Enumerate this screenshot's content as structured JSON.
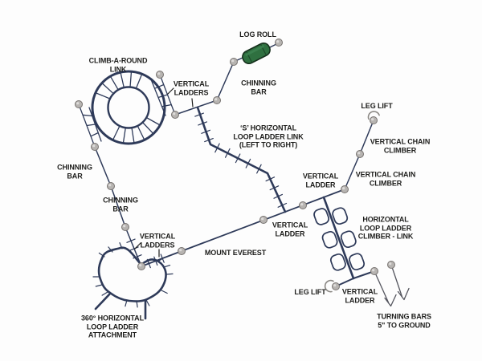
{
  "colors": {
    "structure_navy": "#2e3a59",
    "post_gray_fill": "#b7b4b1",
    "post_gray_stroke": "#777370",
    "log_green": "#2f7040",
    "log_green_dark": "#16301d",
    "text": "#1d1d1b",
    "background": "#fdfdfd",
    "turning_bar_gray": "#54555e",
    "arc_gray": "#8b8884"
  },
  "icons": {
    "post_marker": "gray-ball-post",
    "log_roll": "green-cylinder",
    "leg_lift": "arc-over-post",
    "climb_a_round": "ring-ladder-with-spokes",
    "loop_ladder": "pole-with-alternating-loops",
    "ladder_ticks": "perpendicular-rungs"
  },
  "labels": {
    "log_roll": {
      "lines": [
        "LOG ROLL"
      ]
    },
    "climb_a_round": {
      "lines": [
        "CLIMB-A-ROUND",
        "LINK"
      ]
    },
    "vertical_ladders_top": {
      "lines": [
        "VERTICAL",
        "LADDERS"
      ]
    },
    "chinning_bar_right": {
      "lines": [
        "CHINNING",
        "BAR"
      ]
    },
    "s_loop_link": {
      "lines": [
        "‘S’ HORIZONTAL",
        "LOOP LADDER LINK",
        "(LEFT TO RIGHT)"
      ]
    },
    "leg_lift_top": {
      "lines": [
        "LEG LIFT"
      ]
    },
    "vertical_chain_climber_1": {
      "lines": [
        "VERTICAL CHAIN",
        "CLIMBER"
      ]
    },
    "vertical_chain_climber_2": {
      "lines": [
        "VERTICAL CHAIN",
        "CLIMBER"
      ]
    },
    "vertical_ladder_mid_1": {
      "lines": [
        "VERTICAL",
        "LADDER"
      ]
    },
    "chinning_bar_left": {
      "lines": [
        "CHINNING",
        "BAR"
      ]
    },
    "chinning_bar_mid": {
      "lines": [
        "CHINNING",
        "BAR"
      ]
    },
    "vertical_ladder_mid_2": {
      "lines": [
        "VERTICAL",
        "LADDER"
      ]
    },
    "horizontal_loop_ladder": {
      "lines": [
        "HORIZONTAL",
        "LOOP LADDER",
        "CLIMBER - LINK"
      ]
    },
    "mount_everest": {
      "lines": [
        "MOUNT EVEREST"
      ]
    },
    "vertical_ladders_bottom": {
      "lines": [
        "VERTICAL",
        "LADDERS"
      ]
    },
    "loop_attachment_360": {
      "lines": [
        "360° HORIZONTAL",
        "LOOP LADDER",
        "ATTACHMENT"
      ]
    },
    "leg_lift_bottom": {
      "lines": [
        "LEG LIFT"
      ]
    },
    "vertical_ladder_bottom": {
      "lines": [
        "VERTICAL",
        "LADDER"
      ]
    },
    "turning_bars": {
      "lines": [
        "TURNING BARS",
        "5\" TO GROUND"
      ]
    }
  }
}
